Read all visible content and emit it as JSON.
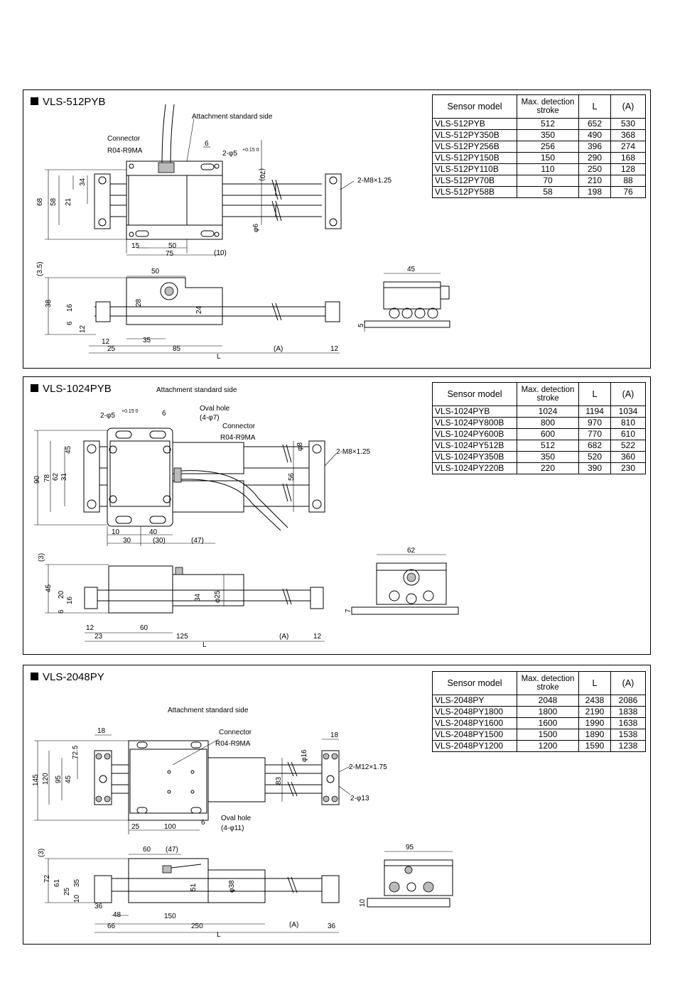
{
  "panels": [
    {
      "title": "VLS-512PYB",
      "table": {
        "headers": [
          "Sensor model",
          "Max. detection stroke",
          "L",
          "(A)"
        ],
        "rows": [
          [
            "VLS-512PYB",
            "512",
            "652",
            "530"
          ],
          [
            "VLS-512PY350B",
            "350",
            "490",
            "368"
          ],
          [
            "VLS-512PY256B",
            "256",
            "396",
            "274"
          ],
          [
            "VLS-512PY150B",
            "150",
            "290",
            "168"
          ],
          [
            "VLS-512PY110B",
            "110",
            "250",
            "128"
          ],
          [
            "VLS-512PY70B",
            "70",
            "210",
            "88"
          ],
          [
            "VLS-512PY58B",
            "58",
            "198",
            "76"
          ]
        ]
      },
      "labels": {
        "attach": "Attachment standard side",
        "connector": "Connector",
        "connector_model": "R04-R9MA",
        "thread": "2-M8×1.25",
        "hole": "2-φ5",
        "hole_tol": "+0.15 0"
      },
      "dims": {
        "d68": "68",
        "d58": "58",
        "d34": "34",
        "d21": "21",
        "d6": "6",
        "d70": "(70)",
        "dphi6": "φ6",
        "d15": "15",
        "d50": "50",
        "d75": "75",
        "d10": "(10)",
        "s35": "(3.5)",
        "s50": "50",
        "s38": "38",
        "s16": "16",
        "s28": "28",
        "s24": "24",
        "s6": "6",
        "s12": "12",
        "s35b": "35",
        "s25": "25",
        "s85": "85",
        "sA": "(A)",
        "s12b": "12",
        "sL": "L",
        "s12c": "12",
        "e45": "45",
        "e5": "5"
      }
    },
    {
      "title": "VLS-1024PYB",
      "table": {
        "headers": [
          "Sensor model",
          "Max. detection stroke",
          "L",
          "(A)"
        ],
        "rows": [
          [
            "VLS-1024PYB",
            "1024",
            "1194",
            "1034"
          ],
          [
            "VLS-1024PY800B",
            "800",
            "970",
            "810"
          ],
          [
            "VLS-1024PY600B",
            "600",
            "770",
            "610"
          ],
          [
            "VLS-1024PY512B",
            "512",
            "682",
            "522"
          ],
          [
            "VLS-1024PY350B",
            "350",
            "520",
            "360"
          ],
          [
            "VLS-1024PY220B",
            "220",
            "390",
            "230"
          ]
        ]
      },
      "labels": {
        "attach": "Attachment standard side",
        "hole": "2-φ5",
        "hole_tol": "+0.15 0",
        "oval": "Oval hole",
        "oval_sz": "(4-φ7)",
        "connector": "Connector",
        "connector_model": "R04-R9MA",
        "thread": "2-M8×1.25"
      },
      "dims": {
        "d6": "6",
        "d90": "90",
        "d78": "78",
        "d62": "62",
        "d45": "45",
        "d31": "31",
        "d8": "φ8",
        "d56": "56",
        "d10": "10",
        "d40": "40",
        "d30": "30",
        "d30b": "(30)",
        "d47": "(47)",
        "s3": "(3)",
        "s45": "45",
        "s20": "20",
        "s16": "16",
        "s6": "6",
        "s34": "34",
        "s25": "φ25",
        "s12": "12",
        "s60": "60",
        "s23": "23",
        "s125": "125",
        "sA": "(A)",
        "s12b": "12",
        "sL": "L",
        "e62": "62",
        "e7": "7"
      }
    },
    {
      "title": "VLS-2048PY",
      "table": {
        "headers": [
          "Sensor model",
          "Max. detection stroke",
          "L",
          "(A)"
        ],
        "rows": [
          [
            "VLS-2048PY",
            "2048",
            "2438",
            "2086"
          ],
          [
            "VLS-2048PY1800",
            "1800",
            "2190",
            "1838"
          ],
          [
            "VLS-2048PY1600",
            "1600",
            "1990",
            "1638"
          ],
          [
            "VLS-2048PY1500",
            "1500",
            "1890",
            "1538"
          ],
          [
            "VLS-2048PY1200",
            "1200",
            "1590",
            "1238"
          ]
        ]
      },
      "labels": {
        "attach": "Attachment standard side",
        "connector": "Connector",
        "connector_model": "R04-R9MA",
        "thread": "2-M12×1.75",
        "hole": "2-φ13",
        "oval": "Oval hole",
        "oval_sz": "(4-φ11)"
      },
      "dims": {
        "d18": "18",
        "d18b": "18",
        "d145": "145",
        "d120": "120",
        "d95": "95",
        "d725": "72.5",
        "d45": "45",
        "d16": "φ16",
        "d83": "83",
        "d25": "25",
        "d100": "100",
        "d6": "6",
        "s60": "60",
        "s47": "(47)",
        "s3": "(3)",
        "s72": "72",
        "s61": "61",
        "s35": "35",
        "s25": "25",
        "s10": "10",
        "s51": "51",
        "s38": "φ38",
        "s36": "36",
        "s48": "48",
        "s150": "150",
        "s66": "66",
        "s250": "250",
        "sA": "(A)",
        "s36b": "36",
        "sL": "L",
        "e95": "95",
        "e10": "10"
      }
    }
  ]
}
